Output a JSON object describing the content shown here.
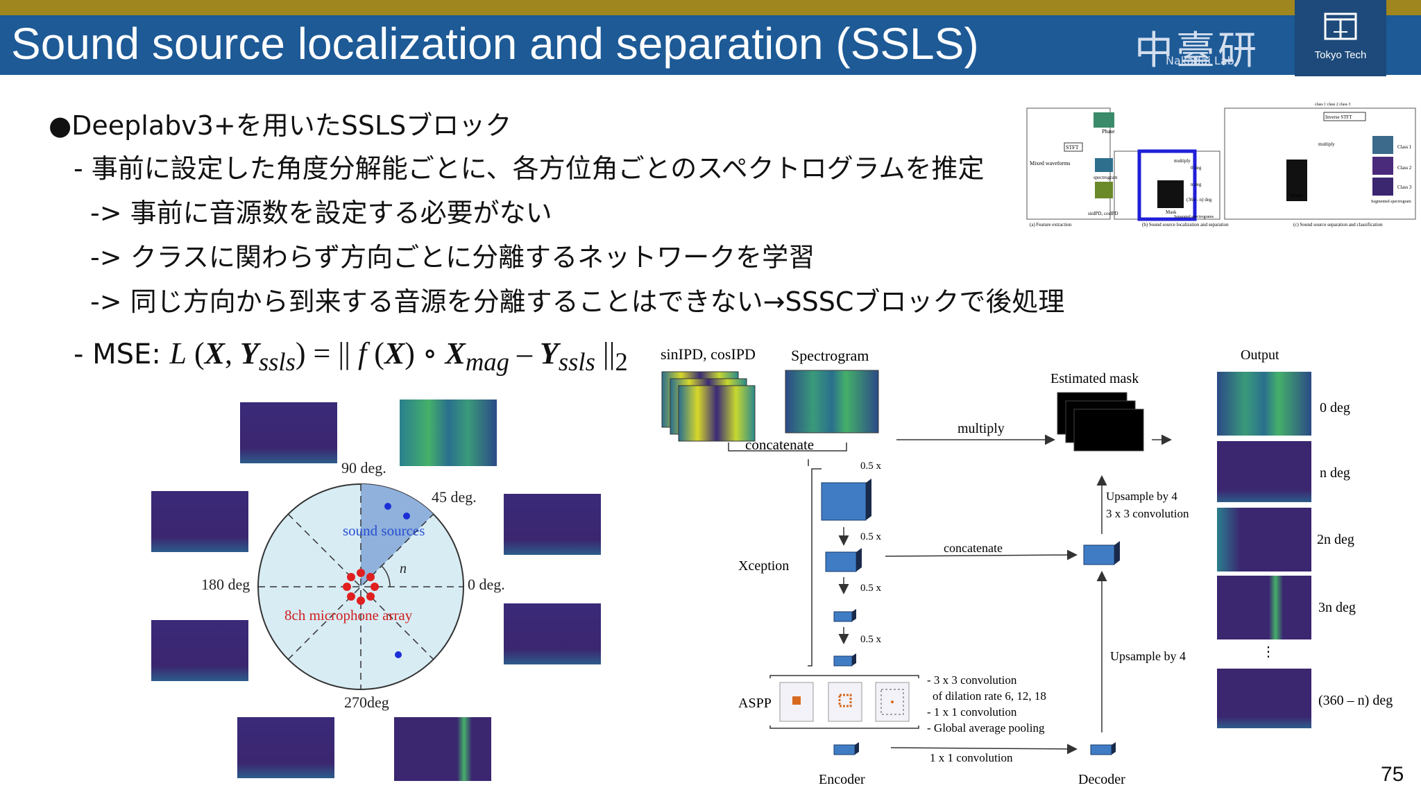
{
  "slide": {
    "title": "Sound source localization and separation (SSLS)",
    "lab_name": "中臺研",
    "lab_sub": "Nakadai Lab.",
    "org": "Tokyo Tech",
    "page_number": "75"
  },
  "bullets": {
    "b0": "●Deeplabv3+を用いたSSLSブロック",
    "b1": "- 事前に設定した角度分解能ごとに、各方位角ごとのスペクトログラムを推定",
    "b2": "-> 事前に音源数を設定する必要がない",
    "b3": "-> クラスに関わらず方向ごとに分離するネットワークを学習",
    "b4": "-> 同じ方向から到来する音源を分離することはできない→SSSCブロックで後処理",
    "mse_prefix": "- MSE: "
  },
  "mini_diagram": {
    "phase": "Phase",
    "stft": "STFT",
    "mixed": "Mixed waveforms",
    "spectrogram": "spectrogram",
    "sincos": "sinIPD, cosIPD",
    "multiply": "multiply",
    "multiply2": "multiply",
    "deg0": "0 deg",
    "degn": "n deg",
    "deg360": "(360 - n) deg",
    "mask": "Mask",
    "separated": "Separated spectrograms",
    "masks": "Masks",
    "segmented": "Segmented spectrogram",
    "class1": "Class 1",
    "class2": "Class 2",
    "class3": "Class 3",
    "caption_a": "(a) Feature extraction",
    "caption_b": "(b) Sound source localization and separation",
    "caption_c": "(c) Sound source separation and classification",
    "istft": "Inverse STFT",
    "classes_top": "class 1   class 2   class 3"
  },
  "circle_diagram": {
    "deg90": "90 deg.",
    "deg45": "45 deg.",
    "deg0": "0 deg.",
    "deg180": "180 deg",
    "deg270": "270deg",
    "sources": "sound sources",
    "n": "n",
    "array": "8ch microphone array"
  },
  "network": {
    "sincos": "sinIPD, cosIPD",
    "spectrogram": "Spectrogram",
    "concatenate": "concatenate",
    "concatenate2": "concatenate",
    "half1": "0.5 x",
    "half2": "0.5 x",
    "half3": "0.5 x",
    "half4": "0.5 x",
    "xception": "Xception",
    "aspp": "ASPP",
    "aspp_note1": "- 3 x 3 convolution",
    "aspp_note2": "of dilation rate 6, 12, 18",
    "aspp_note3": "- 1 x 1 convolution",
    "aspp_note4": "- Global average pooling",
    "conv1x1": "1 x 1 convolution",
    "encoder": "Encoder",
    "decoder": "Decoder",
    "upsample": "Upsample by 4",
    "upsample_top": "Upsample by 4",
    "conv3x3": "3 x 3 convolution",
    "estimated_mask": "Estimated mask",
    "multiply": "multiply",
    "output": "Output",
    "out0": "0 deg",
    "outn": "n deg",
    "out2n": "2n deg",
    "out3n": "3n deg",
    "outlast": "(360 – n) deg",
    "vdots": "⋮"
  },
  "colors": {
    "title_bg": "#1d5a96",
    "gold": "#a0861e",
    "spec_dark": "#3b2670",
    "spec_teal": "#2a7f8e",
    "spec_green": "#45b06a",
    "circle_fill": "#d8ecf4",
    "sector_fill": "#8fb1dc",
    "mic_red": "#e02020",
    "source_blue": "#1a2fd6",
    "highlight_blue": "#1f1fd8",
    "cube": "#3f7cc4"
  }
}
